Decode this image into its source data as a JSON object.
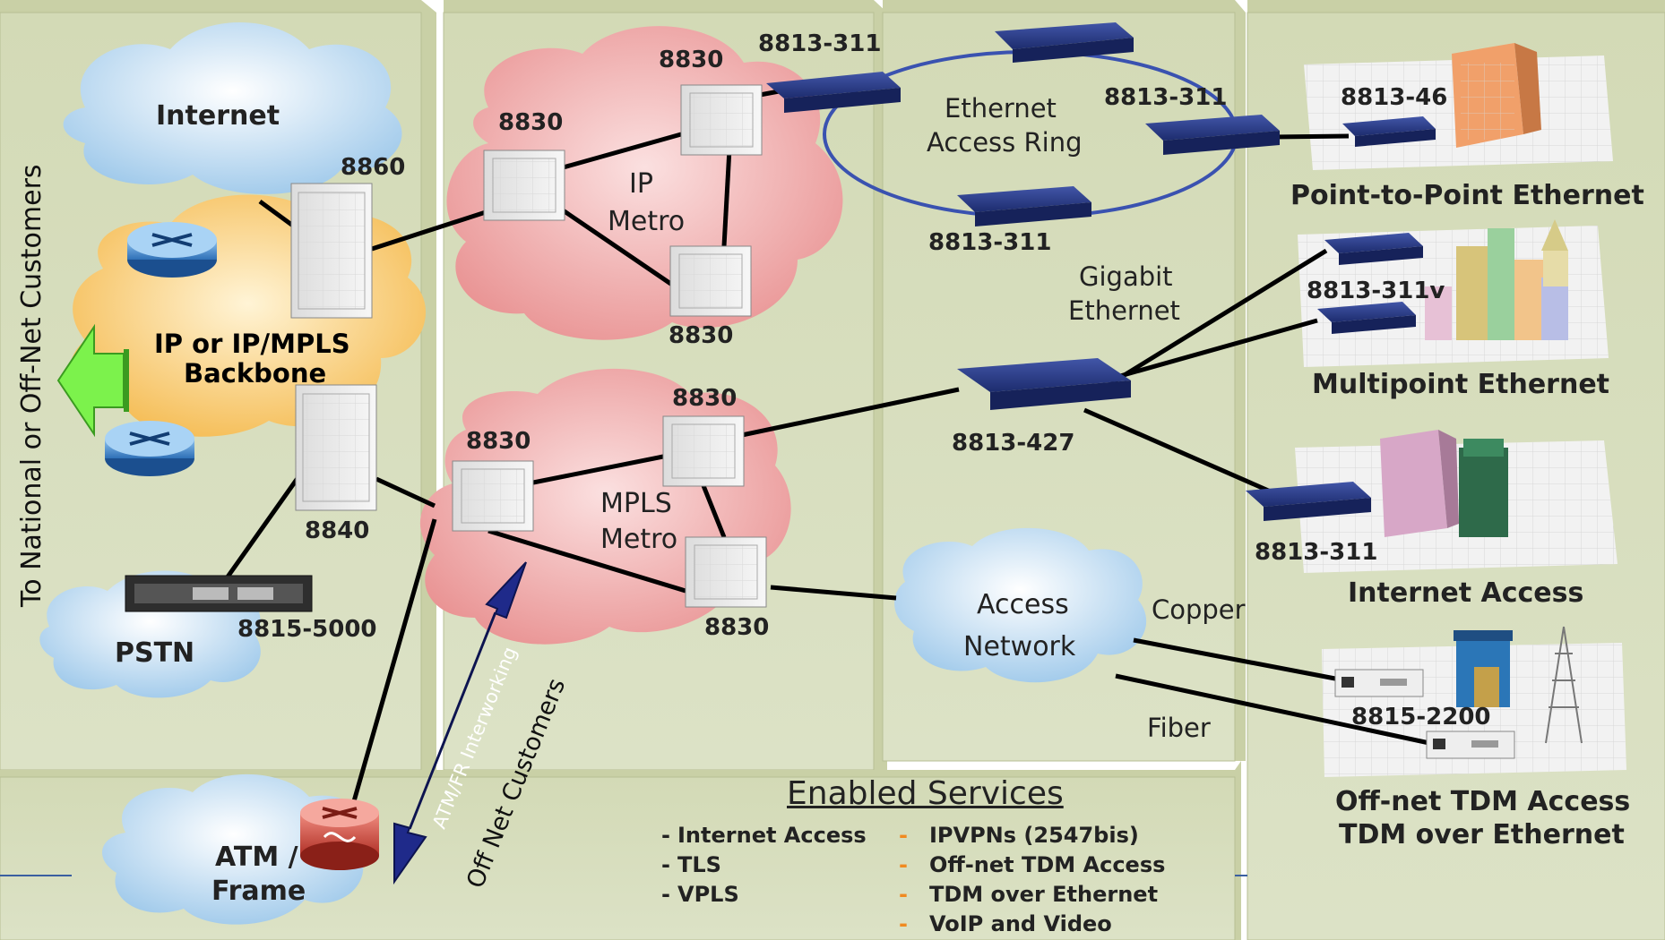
{
  "side_label": "To National or Off-Net Customers",
  "clouds": {
    "internet": "Internet",
    "backbone": "IP or IP/MPLS Backbone",
    "backbone_line1": "IP or IP/MPLS",
    "backbone_line2": "Backbone",
    "pstn": "PSTN",
    "atm_line1": "ATM /",
    "atm_line2": "Frame",
    "ip_metro_line1": "IP",
    "ip_metro_line2": "Metro",
    "mpls_metro_line1": "MPLS",
    "mpls_metro_line2": "Metro",
    "access_line1": "Access",
    "access_line2": "Network"
  },
  "devices": {
    "d8860": "8860",
    "d8840": "8840",
    "d8815_5000": "8815-5000",
    "ip_a": "8830",
    "ip_b": "8830",
    "ip_c": "8830",
    "mpls_a": "8830",
    "mpls_b": "8830",
    "mpls_c": "8830",
    "ring_top": "8813-311",
    "ring_right": "8813-311",
    "ring_bottom": "8813-311",
    "d8813_46": "8813-46",
    "d8813_311v": "8813-311v",
    "d8813_427": "8813-427",
    "d8813_311_ia": "8813-311",
    "d8815_2200": "8815-2200"
  },
  "ring": {
    "line1": "Ethernet",
    "line2": "Access Ring"
  },
  "links": {
    "gigabit_line1": "Gigabit",
    "gigabit_line2": "Ethernet",
    "copper": "Copper",
    "fiber": "Fiber",
    "atm_fr": "ATM/FR Interworking",
    "off_net": "Off Net Customers"
  },
  "services_panel": {
    "p2p": "Point-to-Point Ethernet",
    "multipoint": "Multipoint Ethernet",
    "internet_access": "Internet Access",
    "tdm_line1": "Off-net TDM Access",
    "tdm_line2": "TDM over Ethernet"
  },
  "enabled_services": {
    "title": "Enabled Services",
    "left": [
      "Internet Access",
      "TLS",
      "VPLS"
    ],
    "right": [
      "IPVPNs (2547bis)",
      "Off-net TDM Access",
      "TDM over Ethernet",
      "VoIP and Video"
    ]
  },
  "colors": {
    "panel": "#d6dcbd",
    "cloud_blue": "#bcd9ef",
    "cloud_red": "#f0a9a9",
    "cloud_orange": "#f7c669",
    "switch_blue": "#283c8c",
    "arrow_navy": "#1f2a8a",
    "arrow_green": "#79f04a"
  }
}
